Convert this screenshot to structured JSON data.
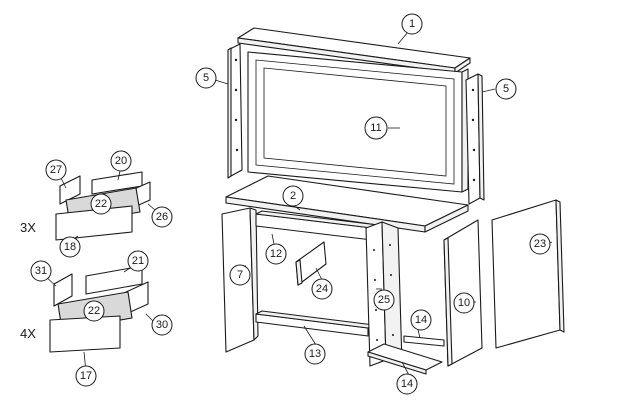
{
  "quantities": {
    "drawer_small": "3X",
    "drawer_large": "4X"
  },
  "callouts": {
    "p1": "1",
    "p2": "2",
    "p5_left": "5",
    "p5_right": "5",
    "p7": "7",
    "p10": "10",
    "p11": "11",
    "p12": "12",
    "p13": "13",
    "p14_upper": "14",
    "p14_lower": "14",
    "p17": "17",
    "p18": "18",
    "p20": "20",
    "p21": "21",
    "p22_small": "22",
    "p22_large": "22",
    "p23": "23",
    "p24": "24",
    "p25": "25",
    "p26": "26",
    "p27": "27",
    "p30": "30",
    "p31": "31"
  }
}
